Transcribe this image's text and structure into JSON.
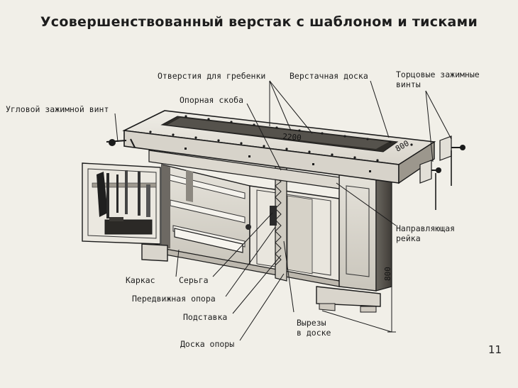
{
  "title": "Усовершенствованный верстак с шаблоном и тисками",
  "labels": {
    "holes": "Отверстия для гребенки",
    "board": "Верстачная доска",
    "end_vises": "Торцовые зажимные\nвинты",
    "bracket": "Опорная скоба",
    "corner_vise": "Угловой зажимной винт",
    "rail": "Направляющая\nрейка",
    "frame": "Каркас",
    "earring": "Серьга",
    "movable_support": "Передвижная опора",
    "stand": "Подставка",
    "support_board": "Доска опоры",
    "notches": "Вырезы\nв доске"
  },
  "dimensions": {
    "length": "2200",
    "width": "800",
    "height": "800"
  },
  "page_number": "11",
  "colors": {
    "paper": "#f1efe8",
    "ink": "#1b1b1b",
    "wood_light": "#e8e5dd",
    "wood_mid": "#b9b4aa",
    "wood_dark": "#5a5650"
  }
}
